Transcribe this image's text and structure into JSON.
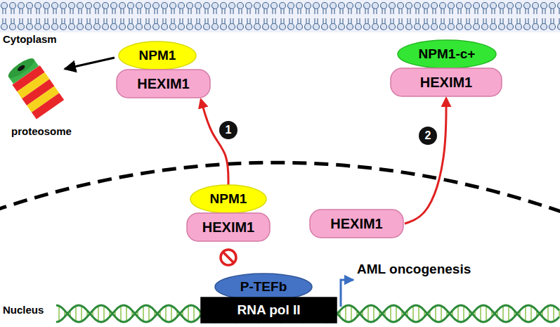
{
  "diagram": {
    "nodes": [
      {
        "text": [
          "NPM1"
        ]
      },
      {
        "text": [
          "HEXIM1"
        ]
      },
      {
        "text": [
          "NPM1-c+"
        ]
      },
      {
        "text": [
          "HEXIM1"
        ]
      },
      {
        "text": [
          "NPM1"
        ]
      },
      {
        "text": [
          "HEXIM1"
        ]
      },
      {
        "text": [
          "HEXIM1"
        ]
      },
      {
        "text": [
          "P-TEFb"
        ]
      },
      {
        "text": [
          "RNA pol II"
        ]
      }
    ],
    "edges": [
      {
        "from": 4,
        "to": 1,
        "arrow": "to"
      },
      {
        "from": 6,
        "to": 3,
        "arrow": "to"
      }
    ],
    "labels": [
      "Cytoplasm",
      "proteosome",
      "1",
      "2",
      "AML oncogenesis",
      "Nucleus"
    ]
  }
}
